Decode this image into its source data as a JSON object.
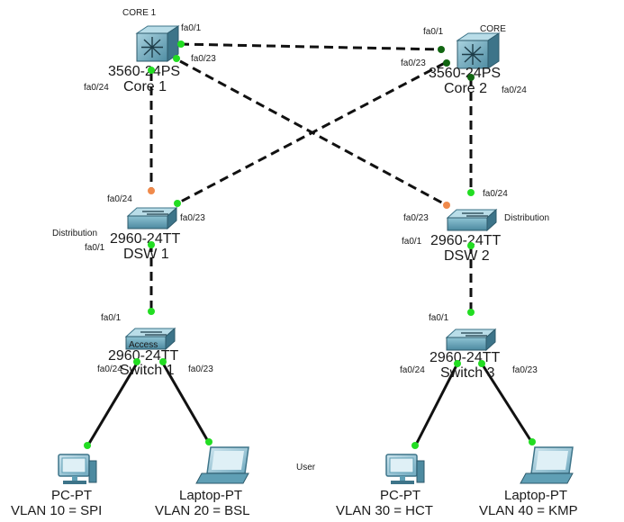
{
  "colors": {
    "port_up": "#22dd22",
    "port_dark": "#116611",
    "port_orange": "#f08a4b",
    "device_fill": "#5f9fb5",
    "device_dark": "#3d7489",
    "device_top": "#9cc9d7"
  },
  "devices": {
    "core1": {
      "tag": "CORE 1",
      "model": "3560-24PS",
      "name": "Core 1",
      "icon": "multilayer-switch-icon"
    },
    "core2": {
      "tag": "CORE",
      "model": "3560-24PS",
      "name": "Core 2",
      "icon": "multilayer-switch-icon"
    },
    "dsw1": {
      "tag": "Distribution",
      "model": "2960-24TT",
      "name": "DSW 1",
      "icon": "switch-icon"
    },
    "dsw2": {
      "tag": "Distribution",
      "model": "2960-24TT",
      "name": "DSW 2",
      "icon": "switch-icon"
    },
    "sw1": {
      "tag": "Access",
      "model": "2960-24TT",
      "name": "Switch 1",
      "icon": "switch-icon"
    },
    "sw3": {
      "tag": "",
      "model": "2960-24TT",
      "name": "Switch 3",
      "icon": "switch-icon"
    },
    "pc1": {
      "type": "PC-PT",
      "vlan": "VLAN 10 = SPI",
      "icon": "pc-icon"
    },
    "laptop1": {
      "type": "Laptop-PT",
      "vlan": "VLAN 20 = BSL",
      "icon": "laptop-icon"
    },
    "pc2": {
      "type": "PC-PT",
      "vlan": "VLAN 30 = HCT",
      "icon": "pc-icon"
    },
    "laptop2": {
      "type": "Laptop-PT",
      "vlan": "VLAN 40 = KMP",
      "icon": "laptop-icon"
    }
  },
  "ports": {
    "core1_fa01": "fa0/1",
    "core1_fa023": "fa0/23",
    "core1_fa024": "fa0/24",
    "core2_fa01": "fa0/1",
    "core2_fa023": "fa0/23",
    "core2_fa024": "fa0/24",
    "dsw1_fa024": "fa0/24",
    "dsw1_fa023": "fa0/23",
    "dsw1_fa01": "fa0/1",
    "dsw2_fa024": "fa0/24",
    "dsw2_fa023": "fa0/23",
    "dsw2_fa01": "fa0/1",
    "sw1_fa01": "fa0/1",
    "sw1_fa024": "fa0/24",
    "sw1_fa023": "fa0/23",
    "sw3_fa01": "fa0/1",
    "sw3_fa024": "fa0/24",
    "sw3_fa023": "fa0/23"
  },
  "layer_label": "User"
}
